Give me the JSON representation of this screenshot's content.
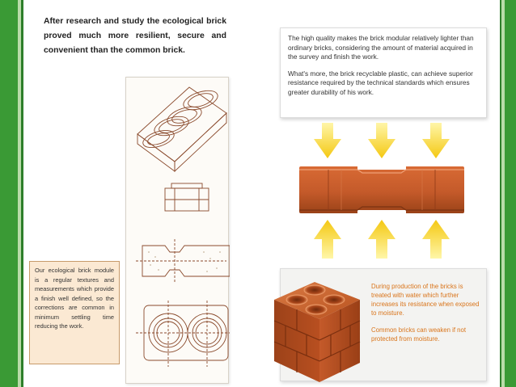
{
  "headline": "After research and study the ecological brick proved much more resilient, secure and convenient than the common brick.",
  "left_note": "Our ecological brick module is a regular textures and measurements which provide a finish well defined, so the corrections are common in minimum settling time reducing the work.",
  "top_panel": {
    "paragraph_1": "The high quality makes the brick modular relatively lighter than ordinary bricks, considering the amount of material acquired in the survey and finish the work.",
    "paragraph_2": "What's more, the brick recyclable plastic, can achieve superior resistance required by the technical standards which ensures greater durability of his work."
  },
  "bottom_panel": {
    "paragraph_1": "During production of the bricks is treated with water which further increases its resistance when exposed to moisture.",
    "paragraph_2": "Common bricks can weaken if not protected from moisture."
  },
  "colors": {
    "stripe_green": "#3a9a35",
    "stripe_light": "#b9dca9",
    "brick": "#c45a2a",
    "brick_dark": "#8e3a17",
    "arrow_yellow": "#f6d21a",
    "note_orange": "#d9741a",
    "note_bg": "#fbe9d3",
    "line_art": "#8a4a2c"
  }
}
